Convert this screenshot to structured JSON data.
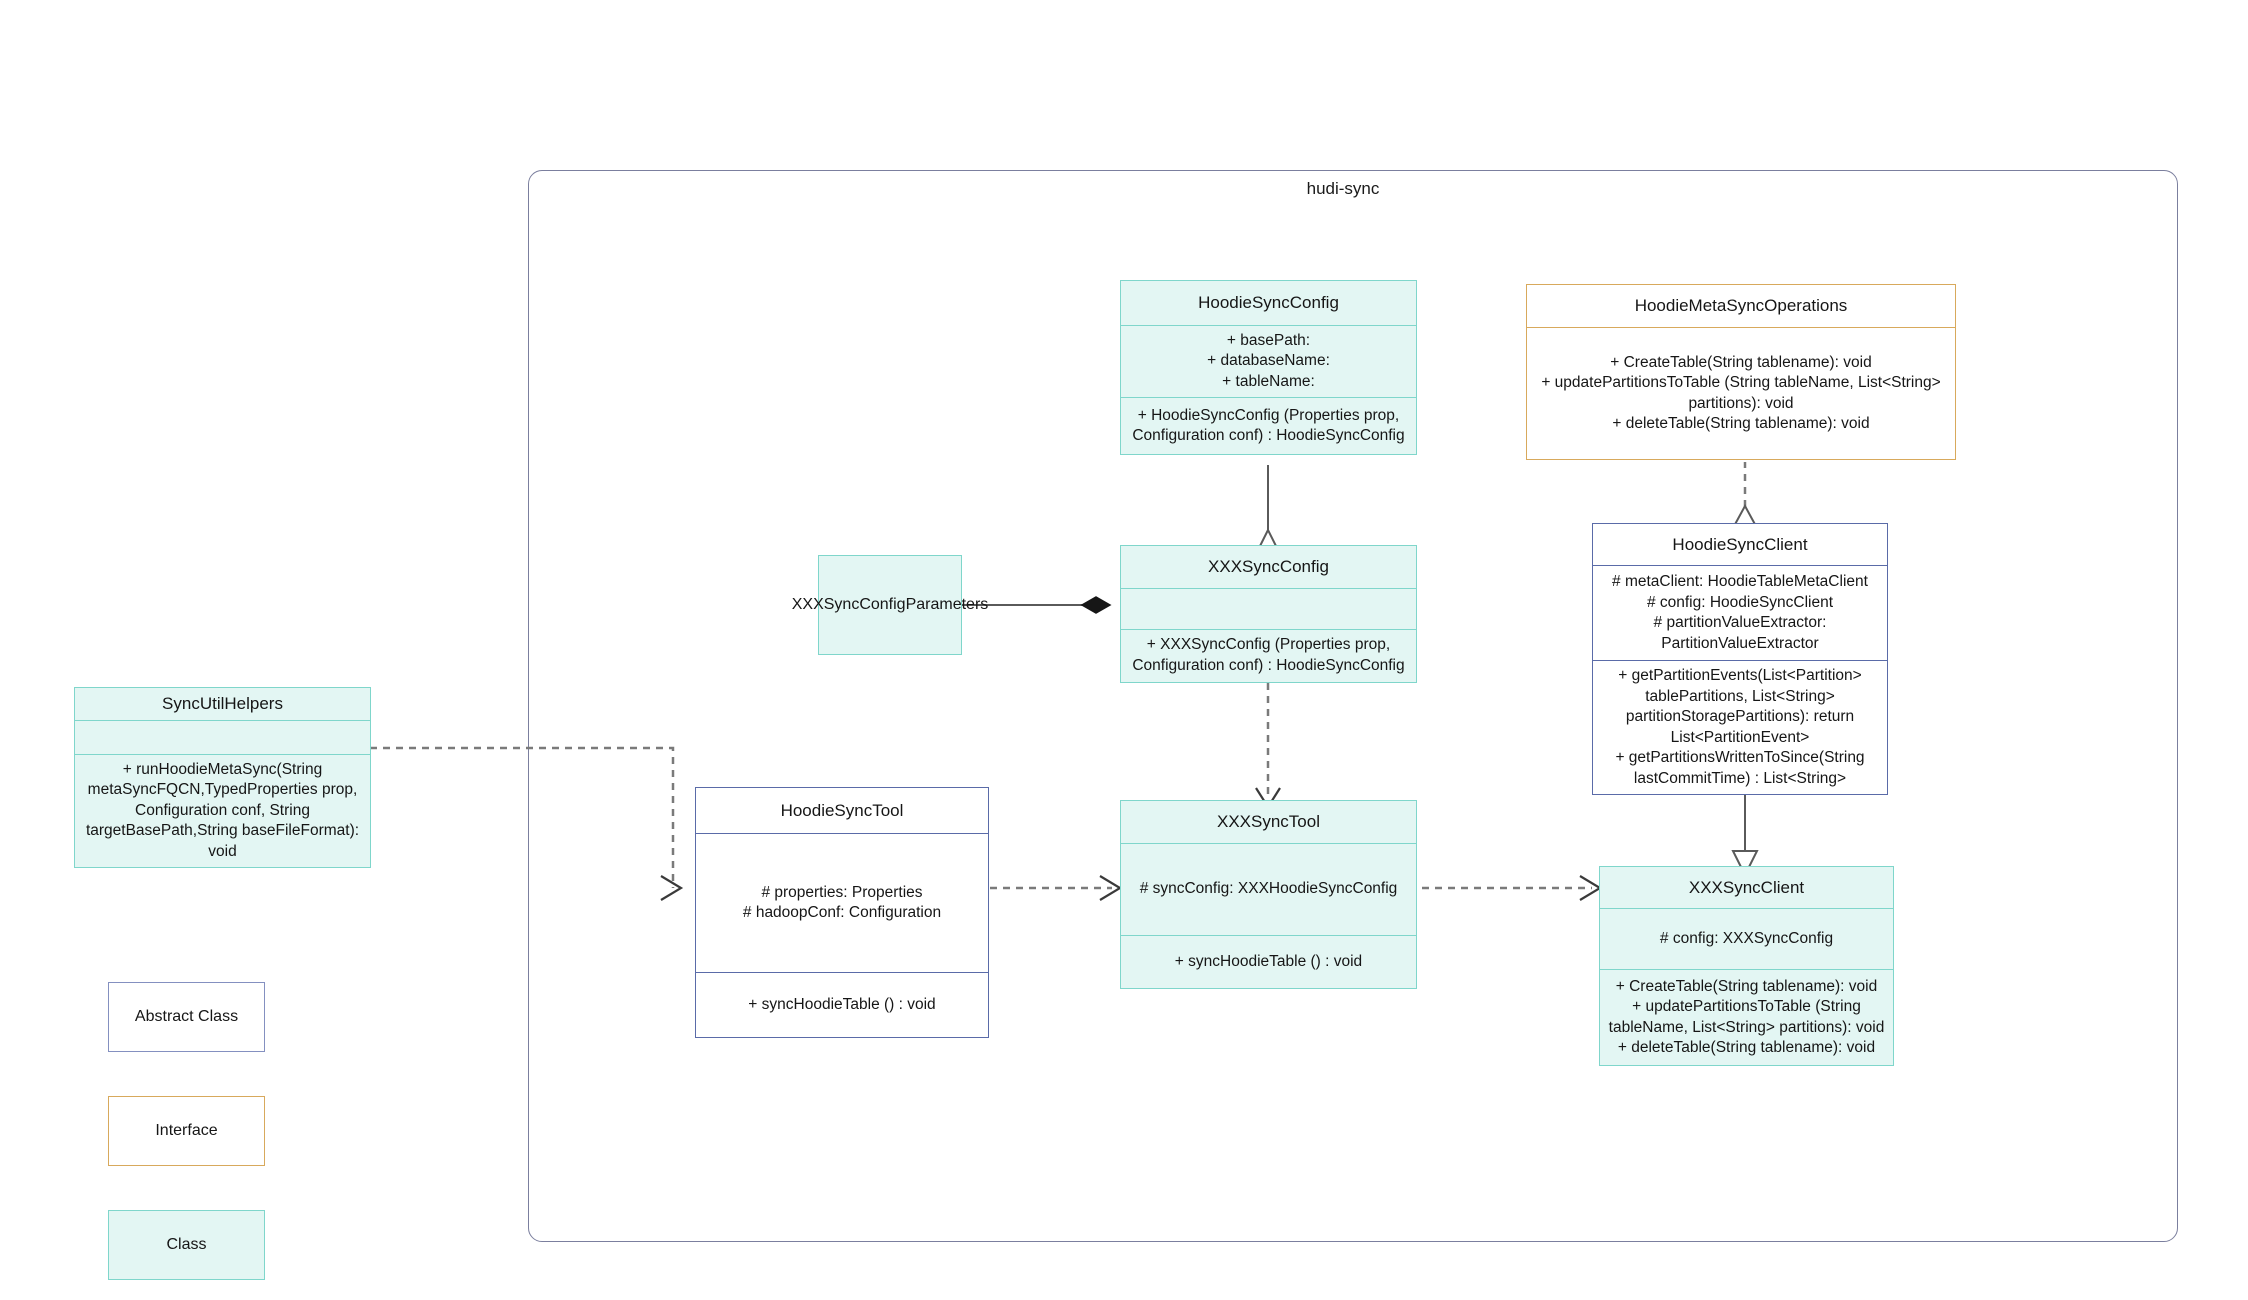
{
  "package": {
    "title": "hudi-sync"
  },
  "classes": {
    "hoodie_sync_config": {
      "name": "HoodieSyncConfig",
      "attributes": "+    basePath:\n+   databaseName:\n+    tableName:",
      "methods": "+   HoodieSyncConfig (Properties prop,\nConfiguration conf) : HoodieSyncConfig"
    },
    "hoodie_meta_sync_operations": {
      "name": "HoodieMetaSyncOperations",
      "methods": "+      CreateTable(String tablename): void\n+   updatePartitionsToTable (String tableName, List<String>\npartitions): void\n+      deleteTable(String tablename): void"
    },
    "hoodie_sync_client": {
      "name": "HoodieSyncClient",
      "attributes": "#   metaClient: HoodieTableMetaClient\n#   config: HoodieSyncClient\n#    partitionValueExtractor:\nPartitionValueExtractor",
      "methods": "+   getPartitionEvents(List<Partition>\ntablePartitions, List<String>\npartitionStoragePartitions): return\nList<PartitionEvent>\n+   getPartitionsWrittenToSince(String\nlastCommitTime) : List<String>"
    },
    "xxx_sync_config": {
      "name": "XXXSyncConfig",
      "attributes": "",
      "methods": "+   XXXSyncConfig (Properties prop,\nConfiguration conf) : HoodieSyncConfig"
    },
    "xxx_sync_config_parameters": {
      "name": "XXXSyncConfigParameters"
    },
    "sync_util_helpers": {
      "name": "SyncUtilHelpers",
      "attributes": "",
      "methods": "+     runHoodieMetaSync(String\nmetaSyncFQCN,TypedProperties prop,\nConfiguration conf, String\ntargetBasePath,String baseFileFormat): void"
    },
    "hoodie_sync_tool": {
      "name": "HoodieSyncTool",
      "attributes": "#   properties: Properties\n#   hadoopConf: Configuration",
      "methods": "+   syncHoodieTable () : void"
    },
    "xxx_sync_tool": {
      "name": "XXXSyncTool",
      "attributes": "#   syncConfig: XXXHoodieSyncConfig",
      "methods": "+   syncHoodieTable () : void"
    },
    "xxx_sync_client": {
      "name": "XXXSyncClient",
      "attributes": "#    config: XXXSyncConfig",
      "methods": "+    CreateTable(String tablename): void\n+    updatePartitionsToTable (String\ntableName, List<String> partitions): void\n+   deleteTable(String tablename): void"
    }
  },
  "legend": [
    {
      "label": "Abstract Class",
      "style": "abstract"
    },
    {
      "label": "Interface",
      "style": "interface"
    },
    {
      "label": "Class",
      "style": "class"
    }
  ],
  "colors": {
    "class_border": "#7fd6cb",
    "class_fill": "#e3f6f3",
    "abstract_border": "#5a6ba8",
    "interface_border": "#d8a95c",
    "package_border": "#7b7f9e",
    "edge": "#7a7a7a"
  }
}
